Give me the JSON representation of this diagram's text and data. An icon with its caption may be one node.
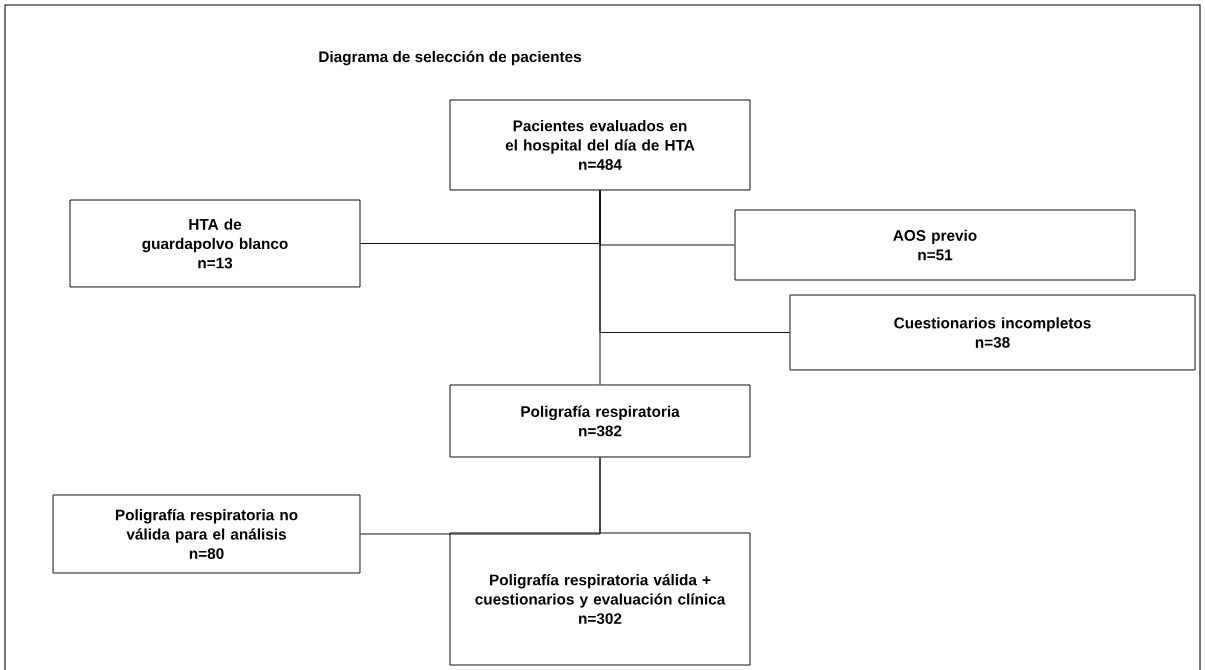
{
  "diagram": {
    "title": "Diagrama de selección de pacientes",
    "nodes": [
      {
        "text": [
          "Pacientes evaluados en el hospital del día de HTA",
          "n=484"
        ]
      },
      {
        "text": [
          "HTA de guardapolvo blanco",
          "n=13"
        ]
      },
      {
        "text": [
          "AOS previo",
          "n=51"
        ]
      },
      {
        "text": [
          "Cuestionarios incompletos",
          "n=38"
        ]
      },
      {
        "text": [
          "Poligrafía respiratoria",
          "n=382"
        ]
      },
      {
        "text": [
          "Poligrafía respiratoria no válida para el análisis",
          "n=80"
        ]
      },
      {
        "text": [
          "Poligrafía respiratoria válida + cuestionarios y evaluación clínica",
          "n=302"
        ]
      }
    ],
    "edges": [
      {
        "from": 0,
        "to": 4,
        "arrow": "none"
      },
      {
        "from": 0,
        "to": 1,
        "arrow": "none"
      },
      {
        "from": 0,
        "to": 2,
        "arrow": "none"
      },
      {
        "from": 0,
        "to": 3,
        "arrow": "none"
      },
      {
        "from": 4,
        "to": 6,
        "arrow": "none"
      },
      {
        "from": 4,
        "to": 5,
        "arrow": "none"
      }
    ]
  }
}
